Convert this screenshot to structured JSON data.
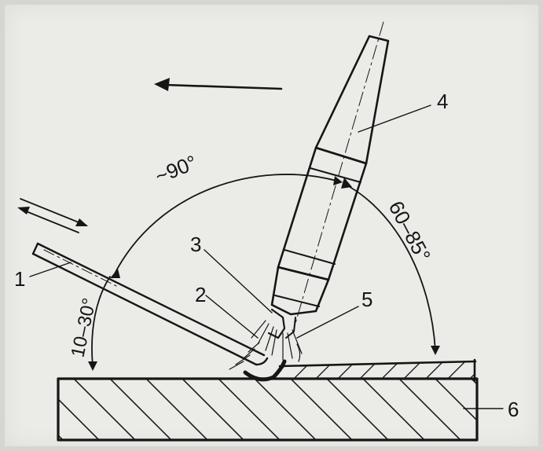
{
  "diagram": {
    "part_labels": [
      "1",
      "2",
      "3",
      "4",
      "5",
      "6"
    ],
    "angle_labels": {
      "torch_to_rod": "~90°",
      "torch_to_plate": "60–85°",
      "rod_to_plate": "10–30°"
    }
  },
  "colors": {
    "ink": "#161616",
    "paper": "#ebebe8"
  }
}
